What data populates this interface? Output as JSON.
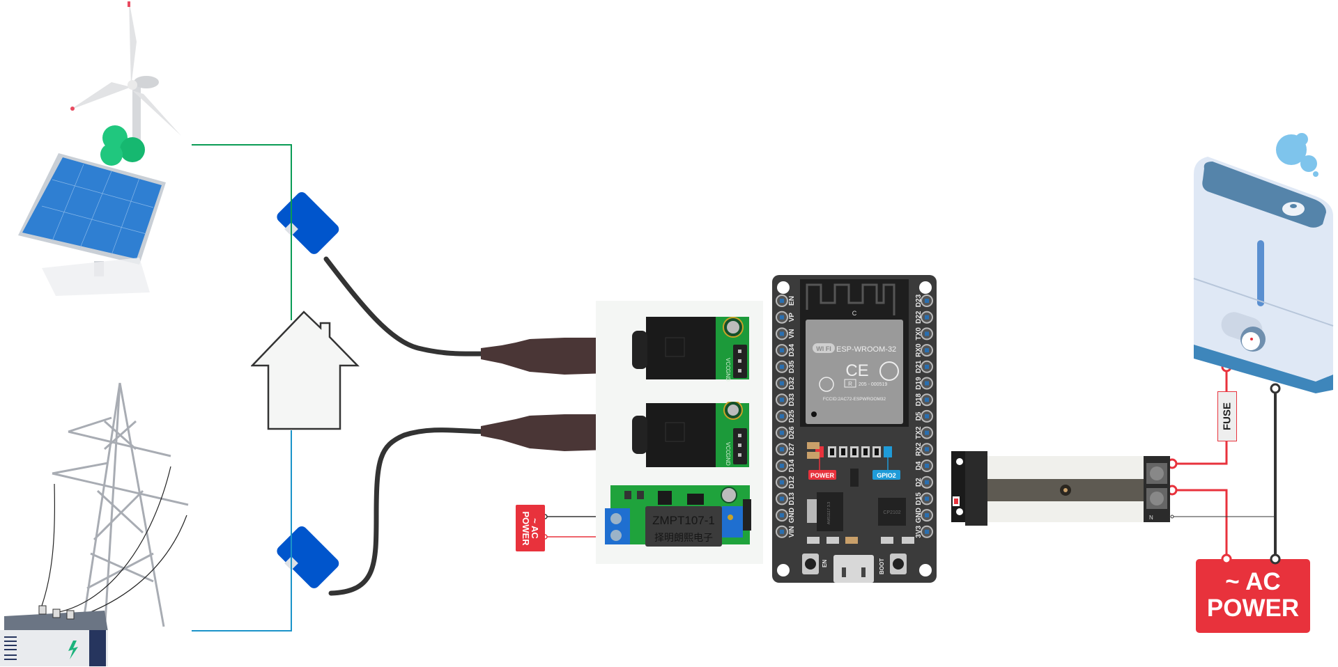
{
  "diagram": {
    "sources": {
      "renewable": {
        "icon": "wind-solar-icon"
      },
      "grid": {
        "icon": "power-grid-icon"
      }
    },
    "house": {
      "icon": "house-icon"
    },
    "wires": {
      "renewable_color": "#0a9b55",
      "grid_color": "#1a93c9",
      "cable_color": "#333333",
      "plug_color": "#4a3636"
    },
    "ct_sensors": [
      {
        "name": "ct-clamp-renewable",
        "color": "#0055cc"
      },
      {
        "name": "ct-clamp-grid",
        "color": "#0055cc"
      }
    ],
    "sensor_boards": {
      "header_labels": [
        "VCC",
        "GND"
      ],
      "capacitor_marks": [
        "+"
      ],
      "zmpt": {
        "chip_text": "ZMPT107-1",
        "chip_subtext": "择明朗熙电子"
      }
    },
    "ac_power_small": {
      "label_line1": "~ AC",
      "label_line2": "POWER"
    },
    "esp32": {
      "module_name": "ESP-WROOM-32",
      "wifi_logo": "WI FI",
      "ce_mark": "CE",
      "reg_mark": "R",
      "reg_number": "205 - 000519",
      "fcc_id": "FCCID:2AC72-ESPWROOM32",
      "antenna_mark": "C",
      "left_pins": [
        "EN",
        "VP",
        "VN",
        "D34",
        "D35",
        "D32",
        "D33",
        "D25",
        "D26",
        "D27",
        "D14",
        "D12",
        "D13",
        "GND",
        "VIN"
      ],
      "right_pins": [
        "D23",
        "D22",
        "TX0",
        "RX0",
        "D21",
        "D19",
        "D18",
        "D5",
        "TX2",
        "RX2",
        "D4",
        "D2",
        "D15",
        "GND",
        "3V3"
      ],
      "power_label": "POWER",
      "gpio_label": "GPIO2",
      "power_color": "#e8323c",
      "gpio_color": "#1f9bd8",
      "regulator_text": "AMS1117 3.3",
      "usb_chip_text": "CP2102",
      "en_button": "EN",
      "boot_button": "BOOT"
    },
    "relay": {
      "terminal_marks": "N"
    },
    "fuse": {
      "label": "FUSE"
    },
    "ac_power_large": {
      "label_line1": "~ AC",
      "label_line2": "POWER"
    },
    "humidifier": {
      "icon": "humidifier-icon"
    },
    "colors": {
      "red_wire": "#e8323c",
      "black_wire": "#333333",
      "ac_box": "#e8323c",
      "board": "#3b3b3b",
      "pcb_green": "#1c9a3a"
    }
  }
}
